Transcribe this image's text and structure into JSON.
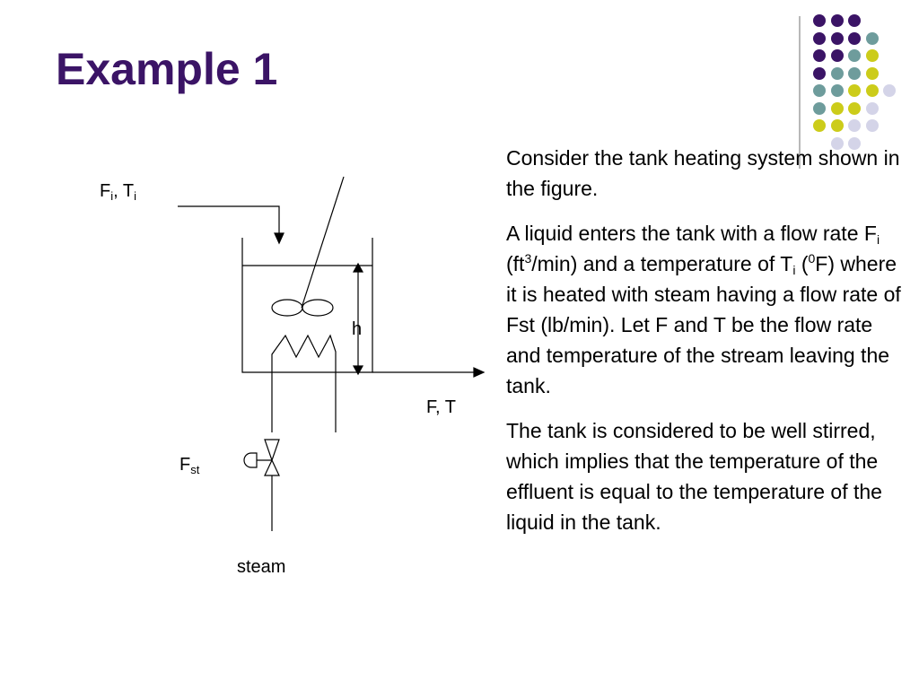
{
  "slide": {
    "title": "Example 1"
  },
  "decoration": {
    "colors": {
      "purple": "#3b1466",
      "teal": "#6e9c9c",
      "yellow": "#cccc1a",
      "lavender": "#d4d4e8"
    },
    "dot_grid": [
      [
        "purple",
        "purple",
        "purple"
      ],
      [
        "purple",
        "purple",
        "purple",
        "teal"
      ],
      [
        "purple",
        "purple",
        "teal",
        "yellow"
      ],
      [
        "purple",
        "teal",
        "teal",
        "yellow"
      ],
      [
        "teal",
        "teal",
        "yellow",
        "yellow",
        "lavender"
      ],
      [
        "teal",
        "yellow",
        "yellow",
        "lavender"
      ],
      [
        "yellow",
        "yellow",
        "lavender",
        "lavender"
      ],
      [
        "lavender",
        "lavender"
      ]
    ]
  },
  "diagram": {
    "inlet": {
      "flow": "F",
      "flow_sub": "i",
      "sep": ", ",
      "temp": "T",
      "temp_sub": "i"
    },
    "level_label": "h",
    "outlet_label": "F, T",
    "steam_flow": {
      "base": "F",
      "sub": "st"
    },
    "steam_label": "steam"
  },
  "body": {
    "p1": "Consider the tank heating system shown in the figure.",
    "p2": {
      "a": "A liquid enters the tank with a flow rate F",
      "sub1": "i",
      "b": " (ft",
      "sup1": "3",
      "c": "/min) and a temperature of T",
      "sub2": "i",
      "d": " (",
      "sup2": "0",
      "e": "F) where it is heated with steam having a flow rate of Fst (lb/min). Let F and T be the flow rate and temperature of the stream leaving the tank."
    },
    "p3": "The tank is considered to be well stirred, which implies that the temperature of the effluent is equal to the temperature of the liquid in the tank."
  }
}
